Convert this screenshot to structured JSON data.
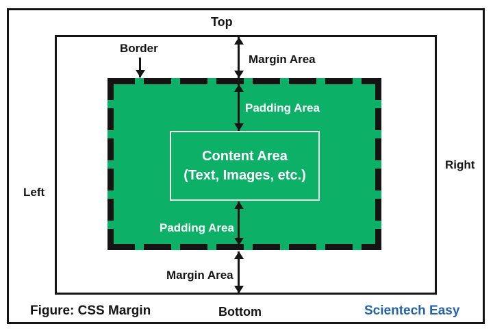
{
  "diagram": {
    "figure_title": "Figure: CSS Margin",
    "brand": "Scientech Easy",
    "labels": {
      "top": "Top",
      "bottom": "Bottom",
      "left": "Left",
      "right": "Right",
      "border": "Border",
      "margin_area_top": "Margin Area",
      "margin_area_bottom": "Margin Area",
      "padding_area_top": "Padding Area",
      "padding_area_bottom": "Padding Area"
    },
    "content_box": {
      "line1": "Content Area",
      "line2": "(Text, Images, etc.)"
    },
    "colors": {
      "green": "#0CB167",
      "ink": "#141414",
      "brand_blue": "#2563A8",
      "content_border": "#EDF7EF"
    }
  }
}
